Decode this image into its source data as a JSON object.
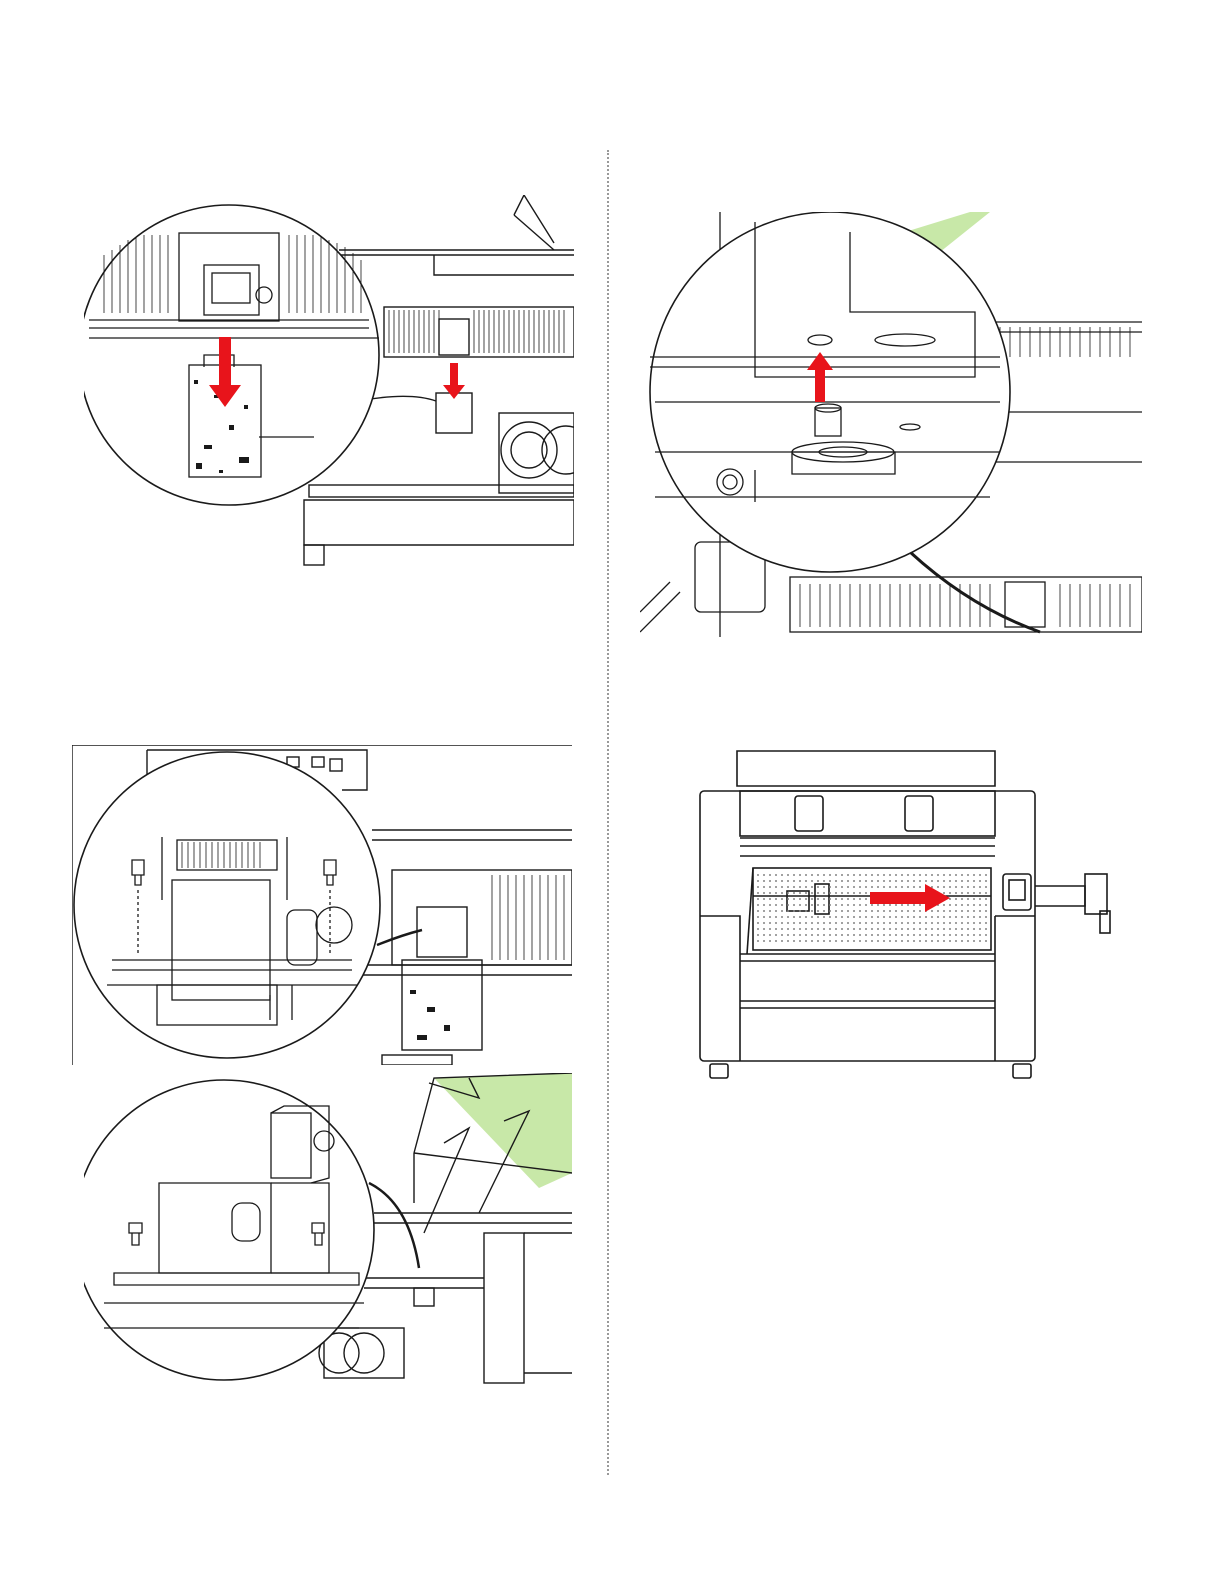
{
  "figures": [
    {
      "id": "fig-1",
      "icon": "remove-carriage-module-illustration"
    },
    {
      "id": "fig-2",
      "icon": "align-pin-illustration"
    },
    {
      "id": "fig-3",
      "icon": "install-module-screws-illustration"
    },
    {
      "id": "fig-4",
      "icon": "lid-open-mount-plate-illustration"
    },
    {
      "id": "fig-5",
      "icon": "machine-front-gantry-arrow-illustration"
    }
  ],
  "colors": {
    "arrow": "#e8141b",
    "line": "#1a1a1a",
    "lid_glass": "#c8e8a8",
    "divider": "#999999"
  }
}
